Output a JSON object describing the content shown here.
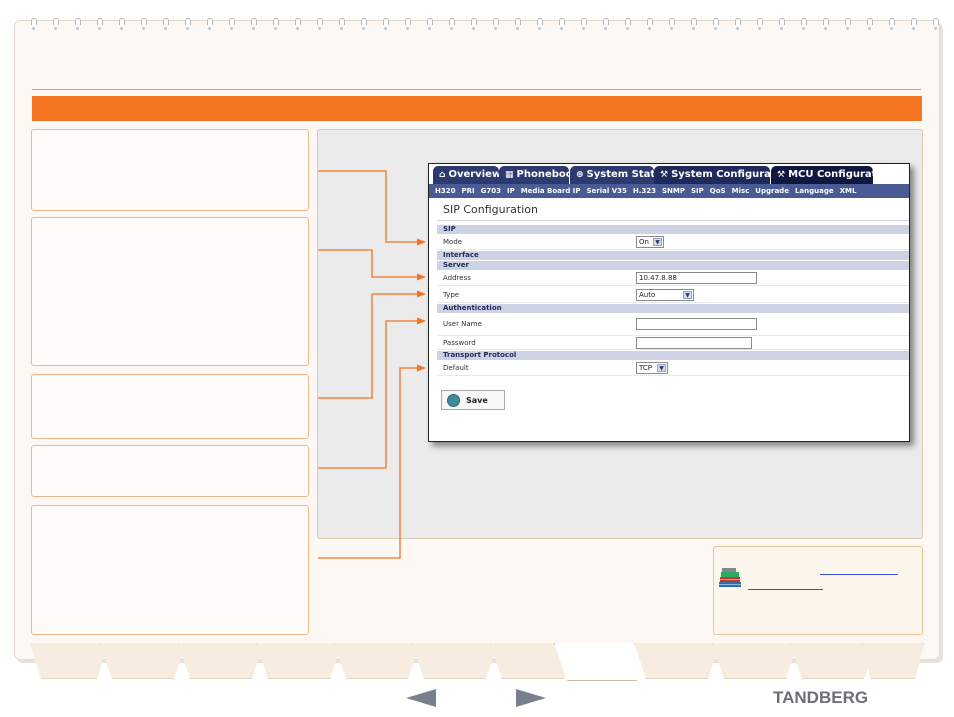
{
  "app": {
    "tabs": [
      {
        "icon": "house-icon",
        "glyph": "⌂",
        "label": "Overview"
      },
      {
        "icon": "phonebook-icon",
        "glyph": "▦",
        "label": "Phonebook"
      },
      {
        "icon": "status-icon",
        "glyph": "⊕",
        "label": "System Status"
      },
      {
        "icon": "wrench-icon",
        "glyph": "⚒",
        "label": "System Configuration"
      },
      {
        "icon": "wrench-icon",
        "glyph": "⚒",
        "label": "MCU Configuration"
      }
    ],
    "subnav": [
      "H320",
      "PRI",
      "G703",
      "IP",
      "Media Board IP",
      "Serial V35",
      "H.323",
      "SNMP",
      "SIP",
      "QoS",
      "Misc",
      "Upgrade",
      "Language",
      "XML"
    ],
    "page_title": "SIP Configuration",
    "sections": {
      "sip": "SIP",
      "interface": "Interface",
      "server": "Server",
      "authentication": "Authentication",
      "transport": "Transport Protocol"
    },
    "fields": {
      "mode": {
        "label": "Mode",
        "value": "On"
      },
      "address": {
        "label": "Address",
        "value": "10.47.8.88"
      },
      "type": {
        "label": "Type",
        "value": "Auto"
      },
      "username": {
        "label": "User Name",
        "value": ""
      },
      "password": {
        "label": "Password",
        "value": ""
      },
      "default": {
        "label": "Default",
        "value": "TCP"
      }
    },
    "save_label": "Save"
  },
  "colors": {
    "accent": "#f37421",
    "tab_bg": "#2d3a6f",
    "subnav_bg": "#4a5a94",
    "section_bg": "#cdd3e3"
  },
  "footer": {
    "brand": "TANDBERG"
  }
}
